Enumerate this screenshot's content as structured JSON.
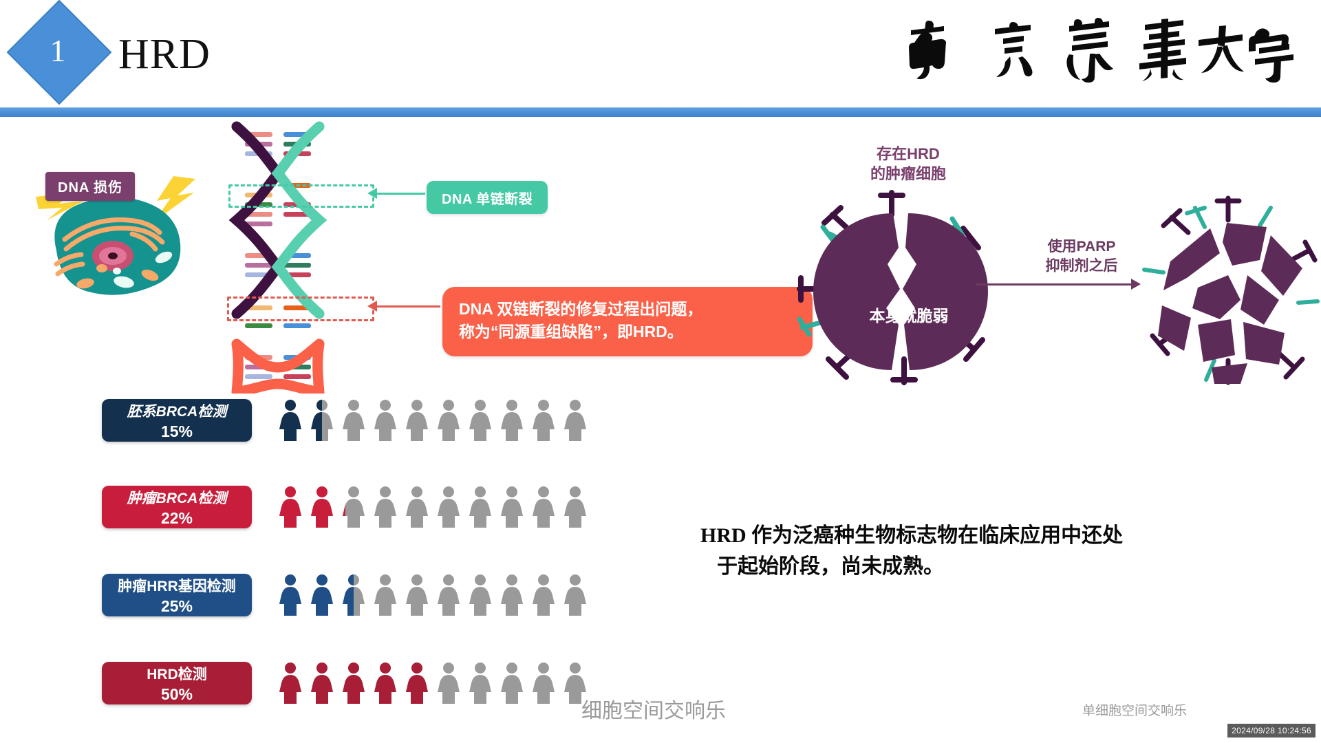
{
  "header": {
    "section_number": "1",
    "title": "HRD",
    "logo_text": "南京農業大学",
    "logo_name": "nanjing-agricultural-university-calligraphy"
  },
  "dna_panel": {
    "damage_badge": "DNA 损伤",
    "callout_single_strand": "DNA 单链断裂",
    "callout_double_strand_line1": "DNA 双链断裂的修复过程出问题，",
    "callout_double_strand_line2": "称为“同源重组缺陷”，即HRD。",
    "colors": {
      "badge_bg": "#7a3f6d",
      "ssb_bg": "#45c9a5",
      "dsb_bg": "#fa6148",
      "strand_purple": "#3d1240",
      "strand_teal": "#58cfae",
      "strand_orange": "#fa6148"
    }
  },
  "tumor_panel": {
    "cell_label_line1": "存在HRD",
    "cell_label_line2": "的肿瘤细胞",
    "cell_inner_label": "本身就脆弱",
    "arrow_label_line1": "使用PARP",
    "arrow_label_line2": "抑制剂之后",
    "colors": {
      "cell_fill": "#5d2b57",
      "spike_dark": "#3d1240",
      "spike_teal": "#2fae9b",
      "text_purple": "#7a3f6d",
      "arrow": "#6b3a60"
    }
  },
  "chart_data": {
    "type": "bar",
    "subtype": "pictogram",
    "title": "",
    "categories": [
      "胚系BRCA检测",
      "肿瘤BRCA检测",
      "肿瘤HRR基因检测",
      "HRD检测"
    ],
    "values": [
      15,
      22,
      25,
      50
    ],
    "value_labels": [
      "15%",
      "22%",
      "25%",
      "50%"
    ],
    "unit": "%",
    "icons_total": 10,
    "icon_represents": 10,
    "icon_shape": "person-female",
    "empty_color": "#9a9a9a",
    "ylim": [
      0,
      100
    ],
    "xlabel": "",
    "ylabel": "",
    "grid": false,
    "legend": "none",
    "rows": [
      {
        "label": "胚系BRCA检测",
        "label_italic": true,
        "value": 15,
        "value_label": "15%",
        "color": "#14304f"
      },
      {
        "label": "肿瘤BRCA检测",
        "label_italic": true,
        "value": 22,
        "value_label": "22%",
        "color": "#c81e3c"
      },
      {
        "label": "肿瘤HRR基因检测",
        "label_italic": false,
        "value": 25,
        "value_label": "25%",
        "color": "#1f4f86"
      },
      {
        "label": "HRD检测",
        "label_italic": false,
        "value": 50,
        "value_label": "50%",
        "color": "#a81e36"
      }
    ]
  },
  "conclusion": {
    "line1": "HRD 作为泛癌种生物标志物在临床应用中还处",
    "line2": "于起始阶段，尚未成熟。"
  },
  "watermarks": {
    "left": "细胞空间交响乐",
    "right": "单细胞空间交响乐"
  },
  "timestamp": "2024/09/28 10:24:56",
  "theme": {
    "accent_blue": "#4a90d9",
    "rule_blue": "#4a90d9"
  }
}
